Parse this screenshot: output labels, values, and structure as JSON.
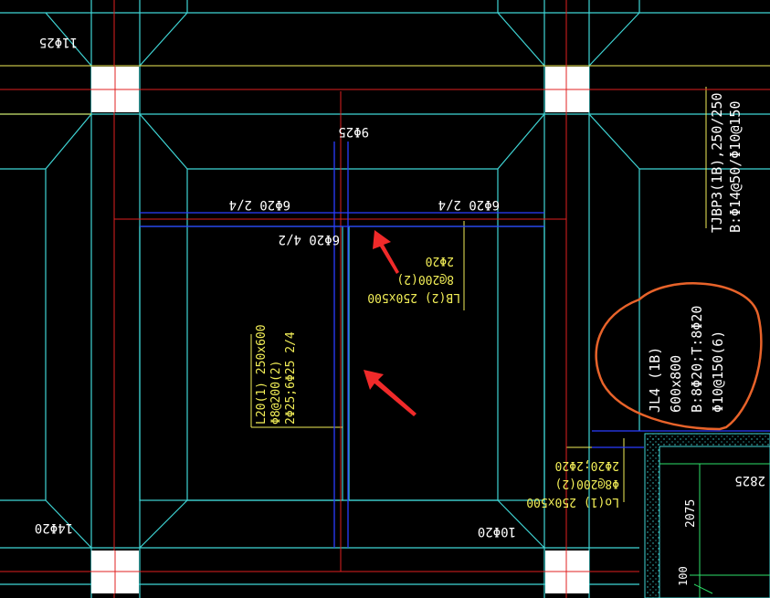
{
  "labels": {
    "top_left_rebar": "11Φ25",
    "top_center_rebar": "9Φ25",
    "top_left_beam": "6Φ20 2/4",
    "top_right_beam": "6Φ20 2/4",
    "inner_top_left": "6Φ20 4/2",
    "lb2_line1": "LB(2) 250x500",
    "lb2_line2": "8@200(2)",
    "lb2_line3": "2Φ20",
    "l20_line1": "L20(1) 250x600",
    "l20_line2": "Φ8@200(2)",
    "l20_line3": "2Φ25;6Φ25 2/4",
    "tjbp3_line1": "TJBP3(1B),250/250",
    "tjbp3_line2": "B:Φ14@50/Φ10@150",
    "jl4_line1": "JL4 (1B)",
    "jl4_line2": "600x800",
    "jl4_line3": "B:8Φ20;T:8Φ20",
    "jl4_line4": "Φ10@150(6)",
    "lo1_line1": "Lo(1) 250x500",
    "lo1_line2": "Φ8@200(2)",
    "lo1_line3": "2Φ20;2Φ20",
    "bottom_left_rebar": "14Φ20",
    "bottom_center_rebar": "10Φ20",
    "dim_2825": "2825",
    "dim_2075": "2075",
    "dim_100": "100"
  },
  "colors": {
    "background": "#000000",
    "cyan": "#3fd5d5",
    "red": "#e02020",
    "blue": "#2a3cff",
    "yellow": "#f2ee57",
    "white": "#ffffff",
    "annotation": "#e8632a",
    "arrow": "#f02a2a",
    "green": "#2ee06a"
  }
}
